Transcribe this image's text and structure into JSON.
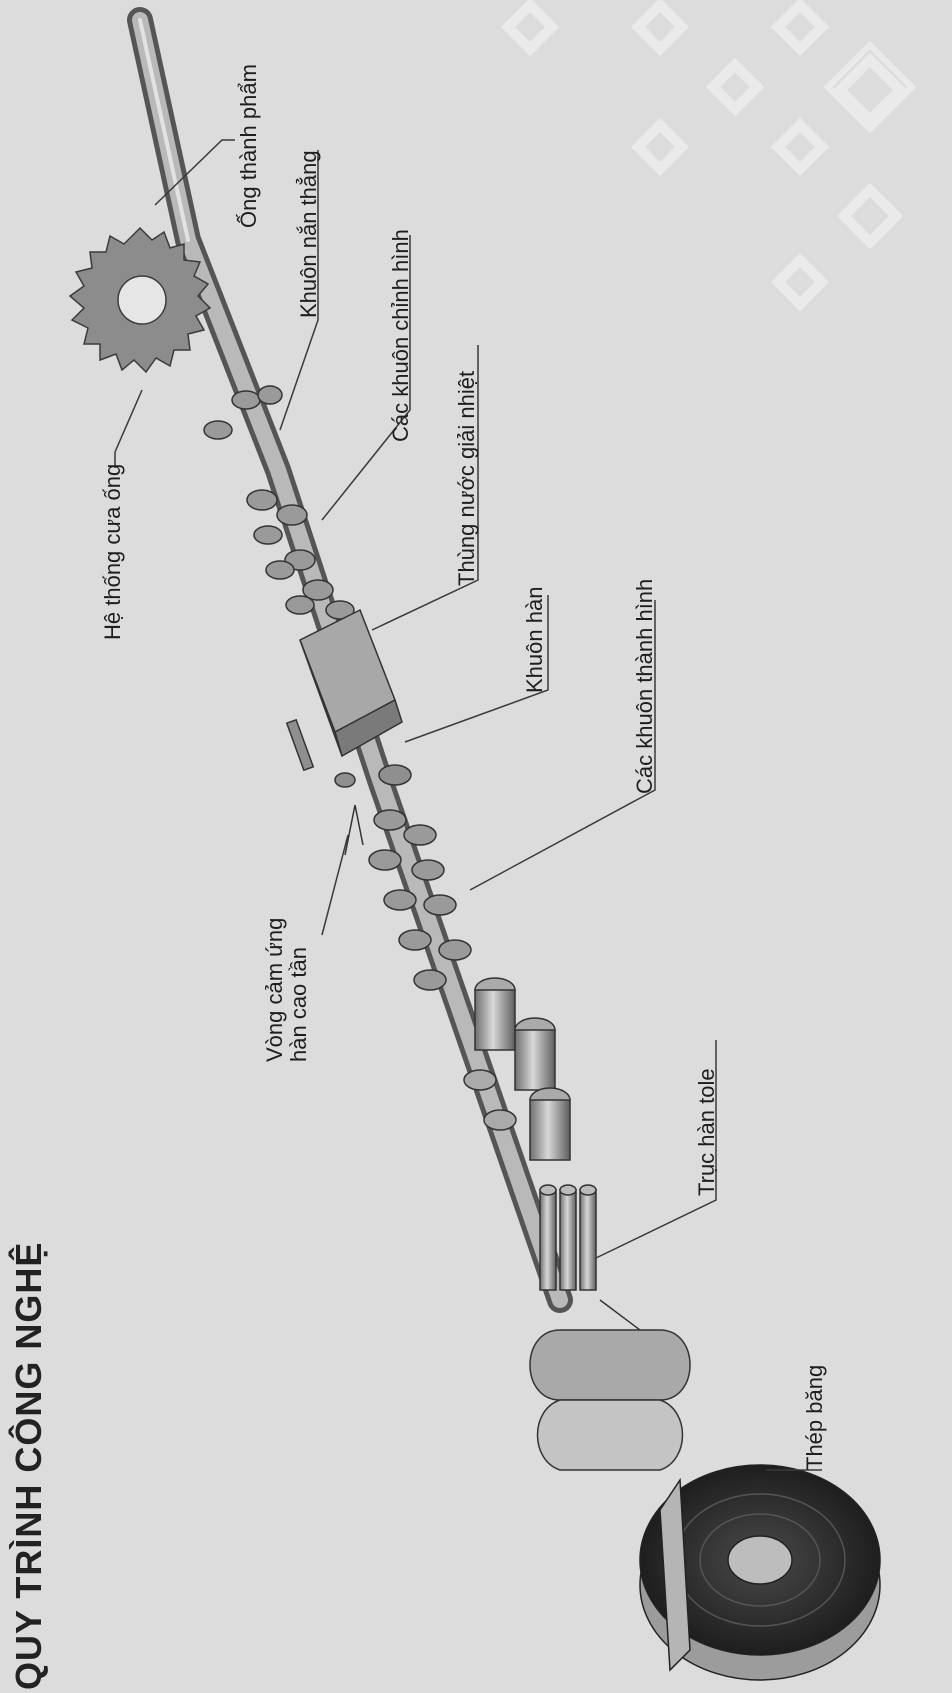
{
  "title": "QUY TRÌNH CÔNG NGHỆ",
  "labels": {
    "finished_pipe": "Ống thành phẩm",
    "straightening_die": "Khuôn nắn thẳng",
    "sizing_dies": "Các khuôn chỉnh hình",
    "cooling_tank": "Thùng nước giải nhiệt",
    "pipe_saw": "Hệ thống cưa ống",
    "welding_die": "Khuôn hàn",
    "forming_dies": "Các khuôn thành hình",
    "induction_coil_line1": "Vòng cảm ứng",
    "induction_coil_line2": "hàn cao tần",
    "sheet_welding_roll": "Trục hàn tole",
    "steel_strip": "Thép băng"
  }
}
